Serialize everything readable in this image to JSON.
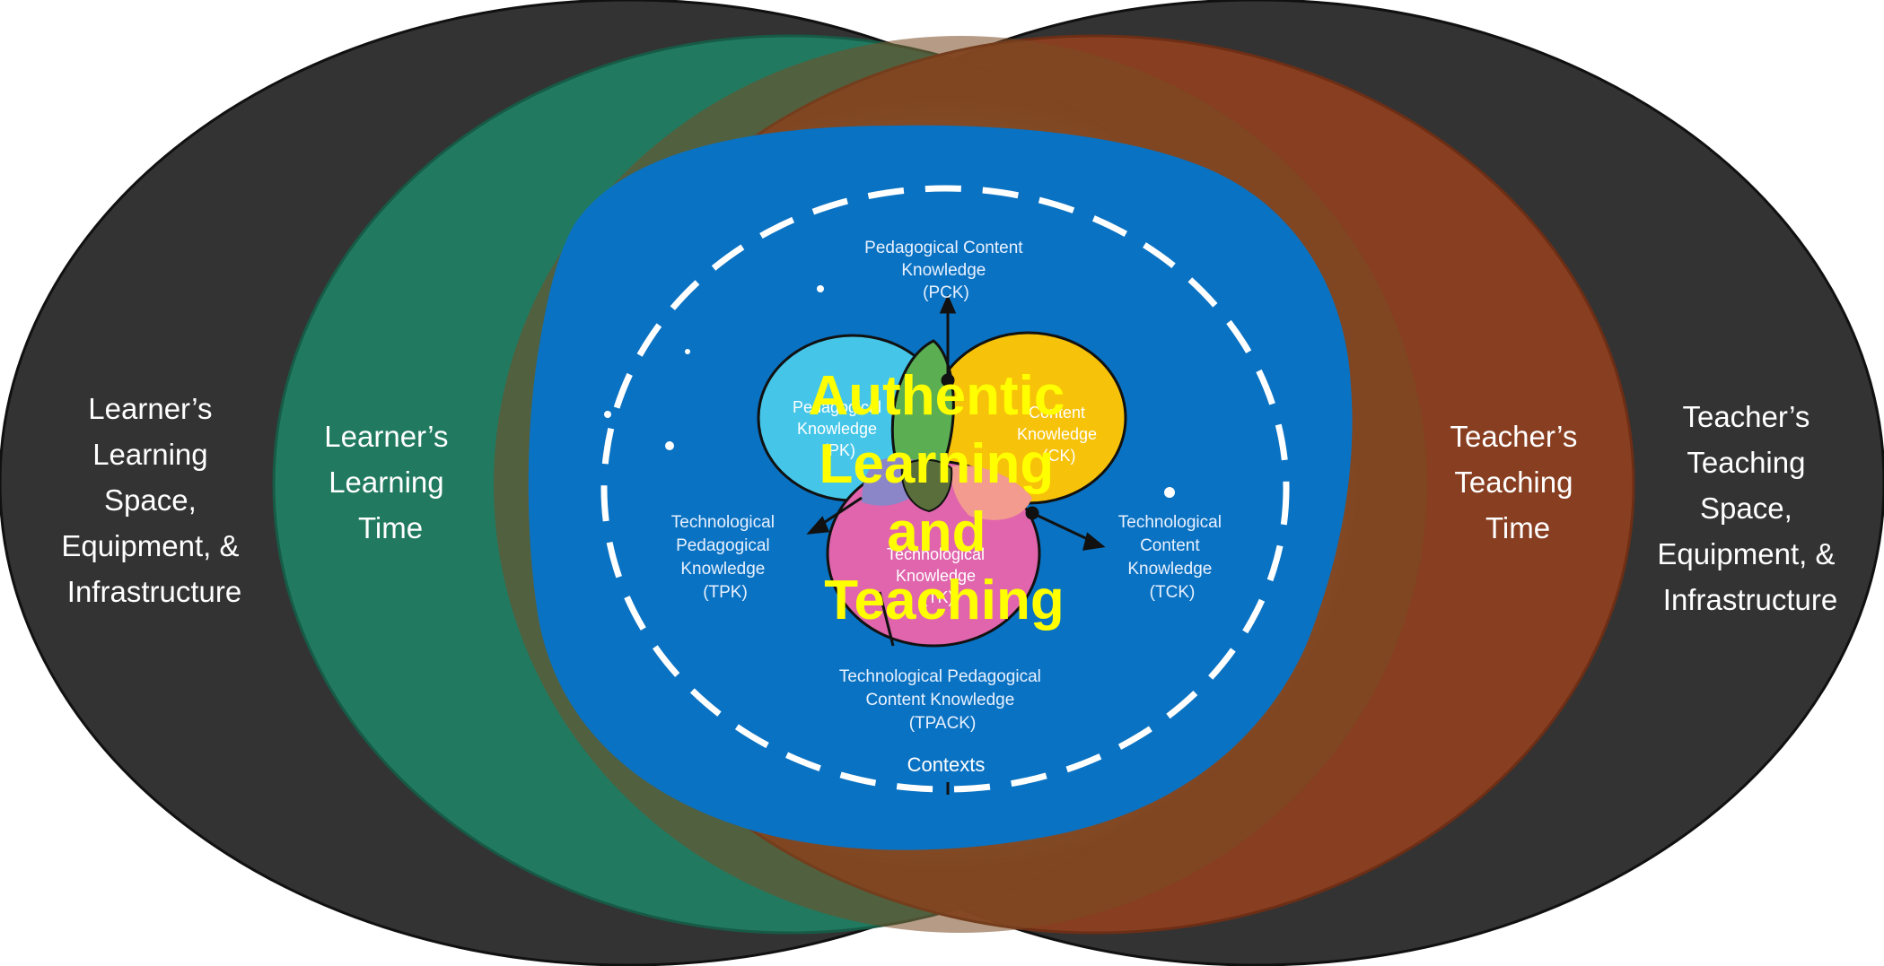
{
  "outer_left": {
    "lines": [
      "Learner’s",
      "Learning",
      "Space,",
      "Equipment, &",
      "Infrastructure"
    ]
  },
  "outer_right": {
    "lines": [
      "Teacher’s",
      "Teaching",
      "Space,",
      "Equipment, &",
      "Infrastructure"
    ]
  },
  "time_left": {
    "lines": [
      "Learner’s",
      "Learning",
      "Time"
    ]
  },
  "time_right": {
    "lines": [
      "Teacher’s",
      "Teaching",
      "Time"
    ]
  },
  "tpack": {
    "pck": [
      "Pedagogical Content",
      "Knowledge",
      "(PCK)"
    ],
    "pk": [
      "Pedagogical",
      "Knowledge",
      "(PK)"
    ],
    "ck": [
      "Content",
      "Knowledge",
      "(CK)"
    ],
    "tk": [
      "Technological",
      "Knowledge",
      "(TK)"
    ],
    "tpk": [
      "Technological",
      "Pedagogical",
      "Knowledge",
      "(TPK)"
    ],
    "tck": [
      "Technological",
      "Content",
      "Knowledge",
      "(TCK)"
    ],
    "tpack": [
      "Technological Pedagogical",
      "Content Knowledge",
      "(TPACK)"
    ],
    "contexts": "Contexts"
  },
  "center_title": [
    "Authentic",
    "Learning",
    "and",
    "Teaching"
  ],
  "colors": {
    "outer_ellipse": "#333333",
    "learner_time": "#217a60",
    "teacher_time": "#8b3e1f",
    "blue_core": "#0a72c2",
    "pk": "#45c6e8",
    "ck": "#f7c20a",
    "tk": "#e065ad",
    "center_title": "#ffff00"
  }
}
